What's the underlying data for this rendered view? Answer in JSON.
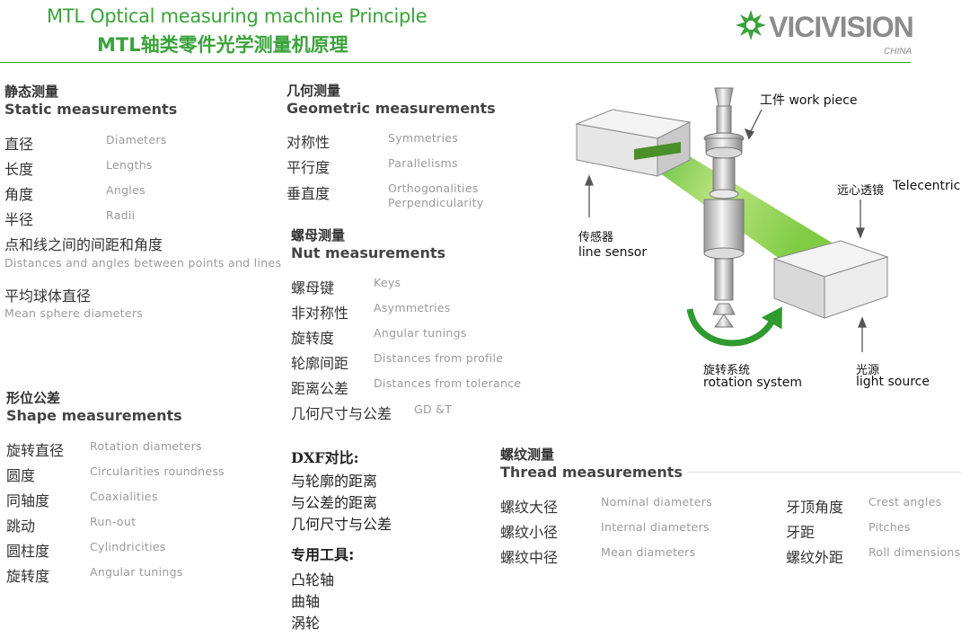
{
  "header": {
    "title_en": "MTL Optical measuring machine Principle",
    "title_cn": "MTL轴类零件光学测量机原理",
    "logo_text": "VICIVISION",
    "logo_sub": "CHINA"
  },
  "static": {
    "heading_cn": "静态测量",
    "heading_en": "Static measurements",
    "items": [
      {
        "cn": "直径",
        "en": "Diameters"
      },
      {
        "cn": "长度",
        "en": "Lengths"
      },
      {
        "cn": "角度",
        "en": "Angles"
      },
      {
        "cn": "半径",
        "en": "Radii"
      }
    ],
    "points_cn": "点和线之间的间距和角度",
    "points_en": "Distances and angles between points and lines",
    "sphere_cn": "平均球体直径",
    "sphere_en": "Mean sphere diameters"
  },
  "geometric": {
    "heading_cn": "几何测量",
    "heading_en": "Geometric measurements",
    "items": [
      {
        "cn": "对称性",
        "en": "Symmetries"
      },
      {
        "cn": "平行度",
        "en": "Parallelisms"
      },
      {
        "cn": "垂直度",
        "en": "Orthogonalities",
        "en2": "Perpendicularity"
      }
    ]
  },
  "nut": {
    "heading_cn": "螺母测量",
    "heading_en": "Nut measurements",
    "items": [
      {
        "cn": "螺母键",
        "en": "Keys"
      },
      {
        "cn": "非对称性",
        "en": "Asymmetries"
      },
      {
        "cn": "旋转度",
        "en": "Angular tunings"
      },
      {
        "cn": "轮廓间距",
        "en": "Distances from profile"
      },
      {
        "cn": "距离公差",
        "en": "Distances from tolerance"
      },
      {
        "cn": "几何尺寸与公差",
        "en": "GD &T"
      }
    ]
  },
  "shape": {
    "heading_cn": "形位公差",
    "heading_en": "Shape measurements",
    "items": [
      {
        "cn": "旋转直径",
        "en": "Rotation diameters"
      },
      {
        "cn": "圆度",
        "en": "Circularities roundness"
      },
      {
        "cn": "同轴度",
        "en": "Coaxialities"
      },
      {
        "cn": "跳动",
        "en": "Run-out"
      },
      {
        "cn": "圆柱度",
        "en": "Cylindricities"
      },
      {
        "cn": "旋转度",
        "en": "Angular tunings"
      }
    ]
  },
  "dxf": {
    "heading": "DXF对比:",
    "items": [
      "与轮廓的距离",
      "与公差的距离",
      "几何尺寸与公差"
    ],
    "tools_heading": "专用工具:",
    "tools": [
      "凸轮轴",
      "曲轴",
      "涡轮"
    ]
  },
  "thread": {
    "heading_cn": "螺纹测量",
    "heading_en": "Thread measurements",
    "left": [
      {
        "cn": "螺纹大径",
        "en": "Nominal diameters"
      },
      {
        "cn": "螺纹小径",
        "en": "Internal diameters"
      },
      {
        "cn": "螺纹中径",
        "en": "Mean diameters"
      }
    ],
    "right": [
      {
        "cn": "牙顶角度",
        "en": "Crest angles"
      },
      {
        "cn": "牙距",
        "en": "Pitches"
      },
      {
        "cn": "螺纹外距",
        "en": "Roll dimensions"
      }
    ]
  },
  "diagram": {
    "workpiece_label": "工件 work piece",
    "telecentric_cn": "远心透镜",
    "telecentric_en": "Telecentric",
    "sensor_cn": "传感器",
    "sensor_en": "line sensor",
    "rotation_cn": "旋转系统",
    "rotation_en": "rotation system",
    "light_cn": "光源",
    "light_en": "light source"
  },
  "colors": {
    "brand_green": "#3aa33a",
    "beam_green": "#7fcf3a",
    "logo_gray": "#8c8c8c"
  }
}
